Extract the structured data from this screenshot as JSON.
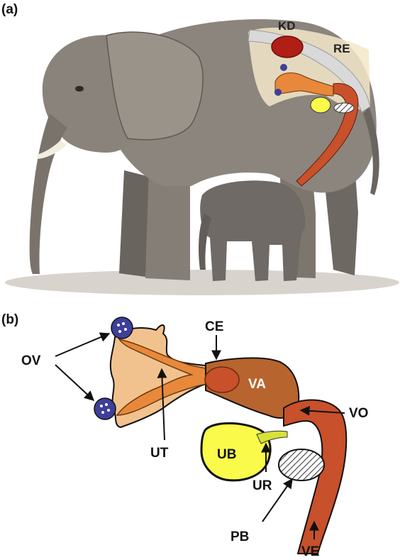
{
  "panels": {
    "a": "(a)",
    "b": "(b)"
  },
  "labels_a": {
    "kidney": "KD",
    "rectum": "RE"
  },
  "labels_b": {
    "ovary": "OV",
    "cervix": "CE",
    "vagina": "VA",
    "vaginal_opening": "VO",
    "uterus": "UT",
    "urinary_bladder": "UB",
    "urethra": "UR",
    "pubic_bone": "PB",
    "vestibule": "VE"
  },
  "colors": {
    "elephant_skin": "#8c857d",
    "elephant_dark": "#5f5953",
    "calf_skin": "#6f6a66",
    "ground": "#cfcac3",
    "kidney": "#b11e16",
    "rectum": "#d9d9d9",
    "body_cavity": "#f3e7c9",
    "uterus": "#e8883a",
    "uterus_light": "#f2c28e",
    "vagina": "#b8642e",
    "vestibule": "#c8502a",
    "bladder": "#fafa4a",
    "ovary": "#3d3f9a",
    "outline": "#111111"
  }
}
